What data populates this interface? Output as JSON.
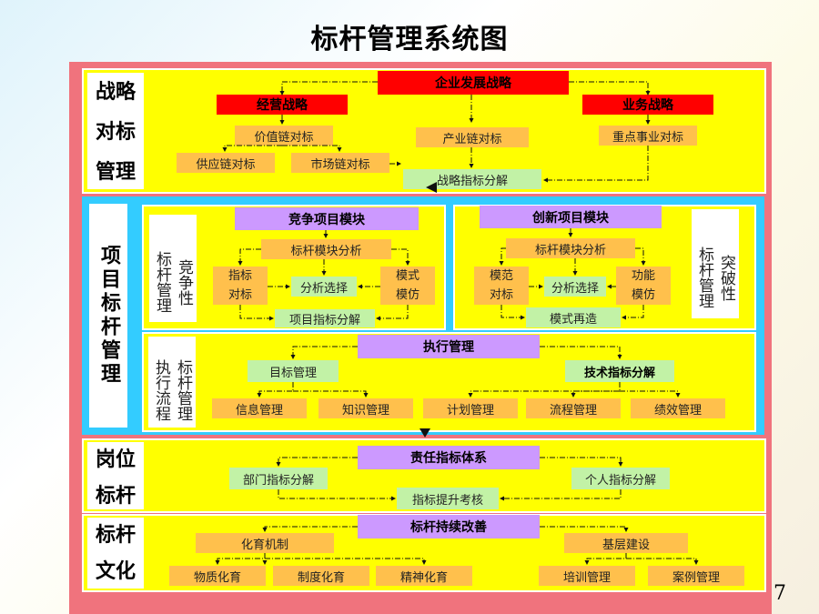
{
  "title": "标杆管理系统图",
  "page_number": "7",
  "sections": {
    "strategy": {
      "label_lines": [
        "战略",
        "对标",
        "管理"
      ],
      "top": "企业发展战略",
      "left_head": "经营战略",
      "right_head": "业务战略",
      "value_chain": "价值链对标",
      "industry_chain": "产业链对标",
      "key_business": "重点事业对标",
      "supply_chain": "供应链对标",
      "market_chain": "市场链对标",
      "decompose": "战略指标分解"
    },
    "project": {
      "label": "项目标杆管理",
      "competitive": {
        "side_a": "标杆管理",
        "side_b": "竞争性",
        "head": "竞争项目模块",
        "analysis": "标杆模块分析",
        "left_box": [
          "指标",
          "对标"
        ],
        "mid_box": "分析选择",
        "right_box": [
          "模式",
          "模仿"
        ],
        "bottom": "项目指标分解"
      },
      "innovation": {
        "side_a": "标杆管理",
        "side_b": "突破性",
        "head": "创新项目模块",
        "analysis": "标杆模块分析",
        "left_box": [
          "模范",
          "对标"
        ],
        "mid_box": "分析选择",
        "right_box": [
          "功能",
          "模仿"
        ],
        "bottom": "模式再造"
      },
      "execution": {
        "side_a": "执行流程",
        "side_b": "标杆管理",
        "head": "执行管理",
        "target": "目标管理",
        "tech": "技术指标分解",
        "items": [
          "信息管理",
          "知识管理",
          "计划管理",
          "流程管理",
          "绩效管理"
        ]
      }
    },
    "post": {
      "label_lines": [
        "岗位",
        "标杆"
      ],
      "head": "责任指标体系",
      "left": "部门指标分解",
      "right": "个人指标分解",
      "bottom": "指标提升考核"
    },
    "culture": {
      "label_lines": [
        "标杆",
        "文化"
      ],
      "head": "标杆持续改善",
      "left_head": "化育机制",
      "right_head": "基层建设",
      "items": [
        "物质化育",
        "制度化育",
        "精神化育",
        "培训管理",
        "案例管理"
      ]
    }
  },
  "colors": {
    "frame": "#f0737d",
    "section": "#ffff00",
    "project_border": "#33ccff",
    "red_box": "#ff0000",
    "orange_box": "#ffc04c",
    "green_box": "#c2f2a6",
    "purple_box": "#cc99ff"
  }
}
